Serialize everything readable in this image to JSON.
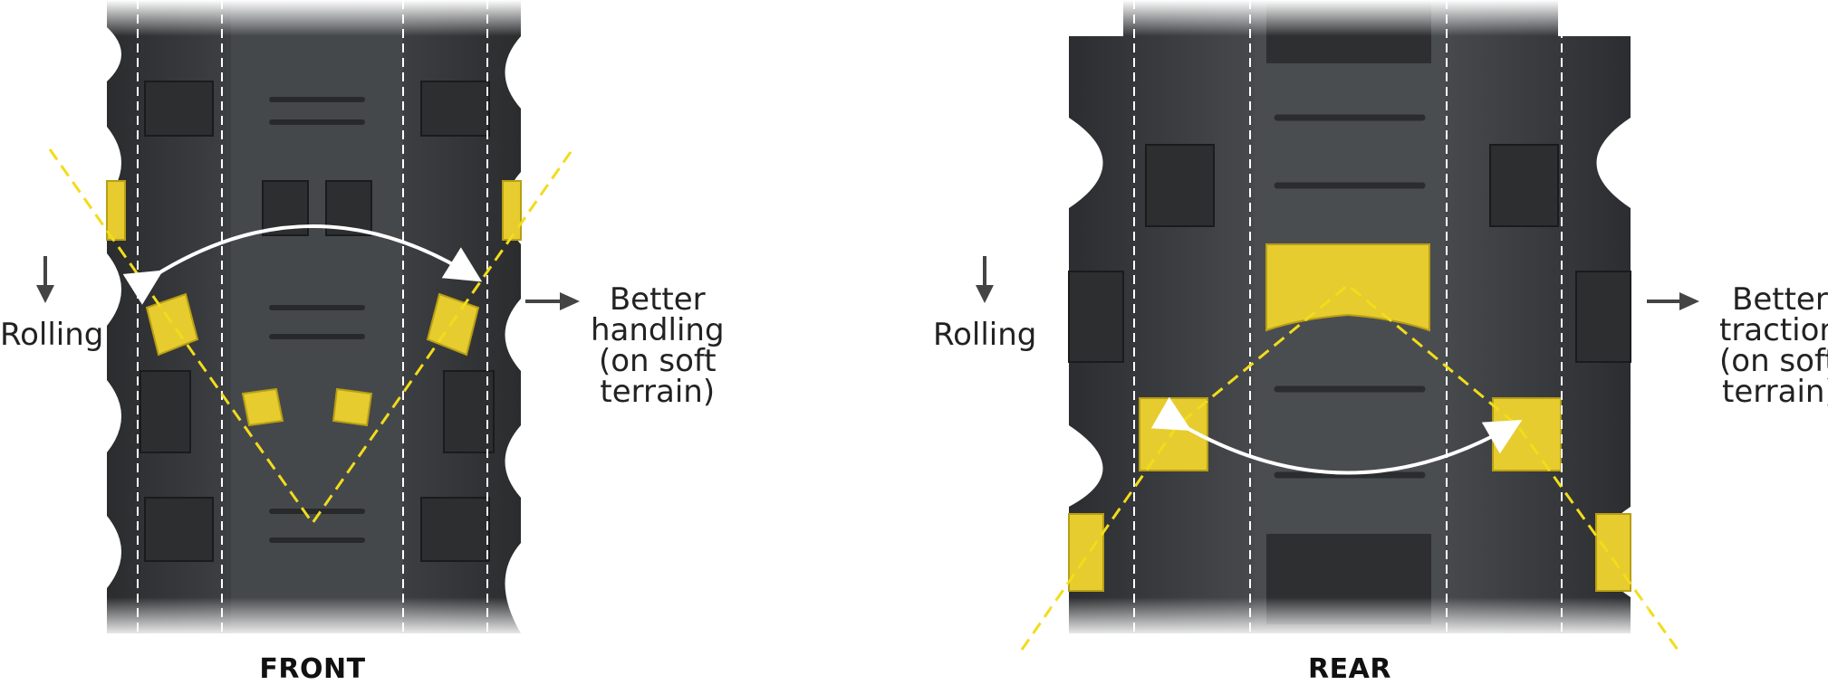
{
  "colors": {
    "rubber": "#3b3d3f",
    "rubber_dark": "#1f2123",
    "rubber_light": "#5c5f62",
    "highlight": "#e6cc2e",
    "highlight_line": "#f2dc1c",
    "guide_line": "#ffffff",
    "text": "#222222"
  },
  "front": {
    "title": "FRONT",
    "rolling_label": "Rolling",
    "benefit_lines": [
      "Better",
      "handling",
      "(on soft",
      "terrain)"
    ]
  },
  "rear": {
    "title": "REAR",
    "rolling_label": "Rolling",
    "benefit_lines": [
      "Better",
      "traction",
      "(on soft",
      "terrain)"
    ]
  },
  "icons": {
    "down_arrow": "arrow-down-icon",
    "right_arrow": "arrow-right-icon",
    "double_arrow": "double-headed-curved-arrow-icon"
  }
}
